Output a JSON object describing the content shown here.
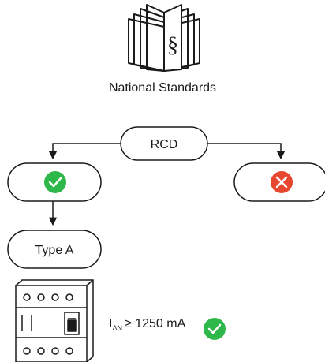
{
  "header": {
    "icon": "law-book-icon",
    "title": "National Standards"
  },
  "decision": {
    "label": "RCD",
    "yes_icon": "checkmark-icon",
    "no_icon": "cross-icon",
    "yes_color": "#2eb84a",
    "no_color": "#e8472f"
  },
  "result": {
    "type_label": "Type A"
  },
  "device": {
    "icon": "rcd-breaker-icon",
    "current_symbol": "I",
    "current_subscript": "ΔN",
    "current_condition": "≥ 1250 mA",
    "ok_icon": "checkmark-icon"
  }
}
